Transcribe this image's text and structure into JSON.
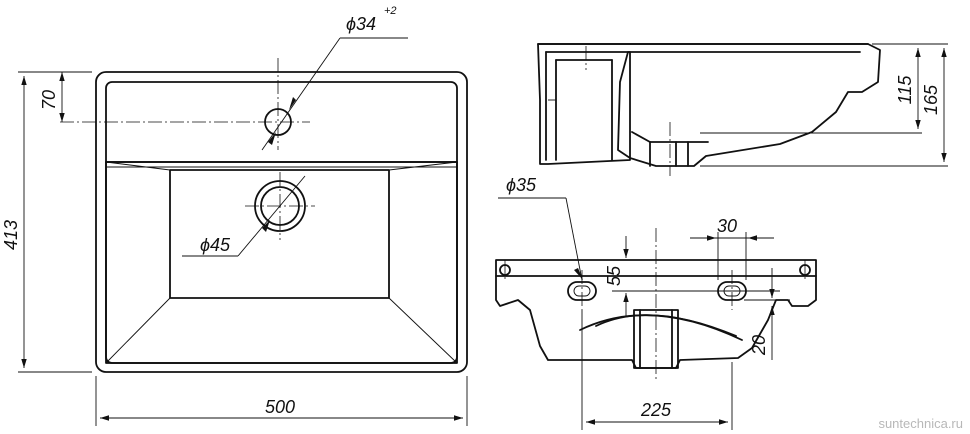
{
  "dimensions": {
    "top_width": "500",
    "top_height": "413",
    "tap_offset": "70",
    "tap_hole_dia": "ϕ34",
    "tap_hole_tol": "+2",
    "drain_dia": "ϕ45",
    "side_height_inner": "115",
    "side_height_total": "165",
    "front_hole_dia": "ϕ35",
    "front_hole_width": "30",
    "front_hole_offset": "55",
    "front_bottom_gap": "20",
    "front_span": "225"
  },
  "watermark": "suntechnica.ru"
}
